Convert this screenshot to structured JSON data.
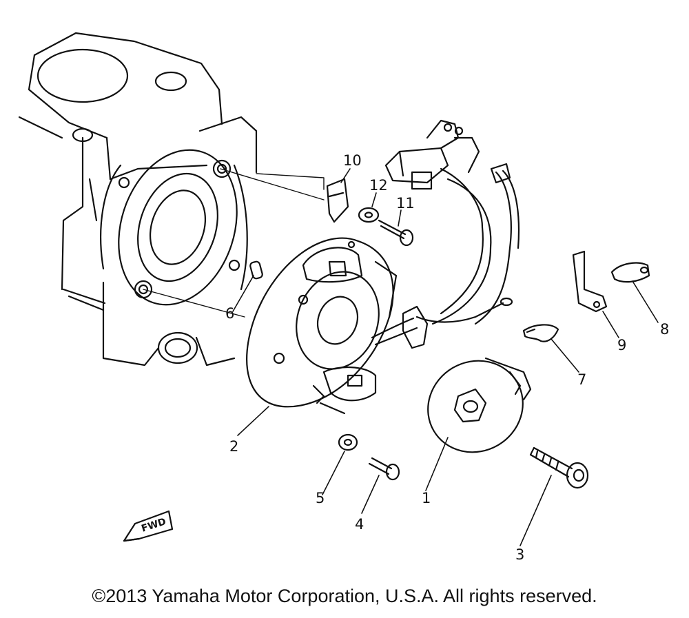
{
  "callouts": {
    "p1": "1",
    "p2": "2",
    "p3": "3",
    "p4": "4",
    "p5": "5",
    "p6": "6",
    "p7": "7",
    "p8": "8",
    "p9": "9",
    "p10": "10",
    "p11": "11",
    "p12": "12"
  },
  "fwd_label": "FWD",
  "copyright": "©2013 Yamaha Motor Corporation, U.S.A. All rights reserved."
}
